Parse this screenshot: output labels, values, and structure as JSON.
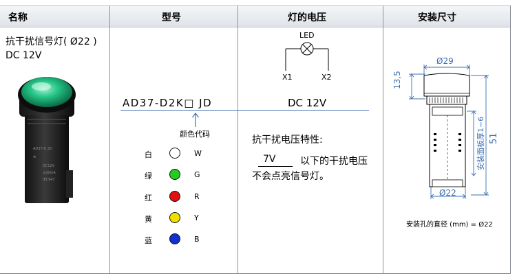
{
  "header": {
    "col1": "名称",
    "col2": "型号",
    "col3": "灯的电压",
    "col4": "安装尺寸"
  },
  "product": {
    "name_line1": "抗干扰信号灯( Ø22 )",
    "name_line2": "DC 12V",
    "lamp_color": "#1fb27a"
  },
  "model": {
    "code": "AD37-D2K□ JD",
    "arrow_label": "颜色代码",
    "colors": [
      {
        "label": "白",
        "code": "W",
        "hex": "#ffffff"
      },
      {
        "label": "绿",
        "code": "G",
        "hex": "#22cc22"
      },
      {
        "label": "红",
        "code": "R",
        "hex": "#e01010"
      },
      {
        "label": "黄",
        "code": "Y",
        "hex": "#f0e000"
      },
      {
        "label": "蓝",
        "code": "B",
        "hex": "#1030d0"
      }
    ]
  },
  "voltage": {
    "led_label": "LED",
    "x1": "X1",
    "x2": "X2",
    "value": "DC 12V",
    "feature_title": "抗干扰电压特性:",
    "feature_voltage": "7V",
    "feature_line1_suffix": "以下的干扰电压",
    "feature_line2": "不会点亮信号灯。"
  },
  "dimensions": {
    "top_width": "Ø29",
    "cap_height": "13,5",
    "total_height": "51",
    "panel_label": "安装面板厚1~6",
    "bottom_width": "Ø22",
    "hole_note": "安装孔的直径 (mm) = Ø22"
  },
  "colors": {
    "dimension_blue": "#3a6fb0",
    "header_bg": "#e6e9ed"
  }
}
